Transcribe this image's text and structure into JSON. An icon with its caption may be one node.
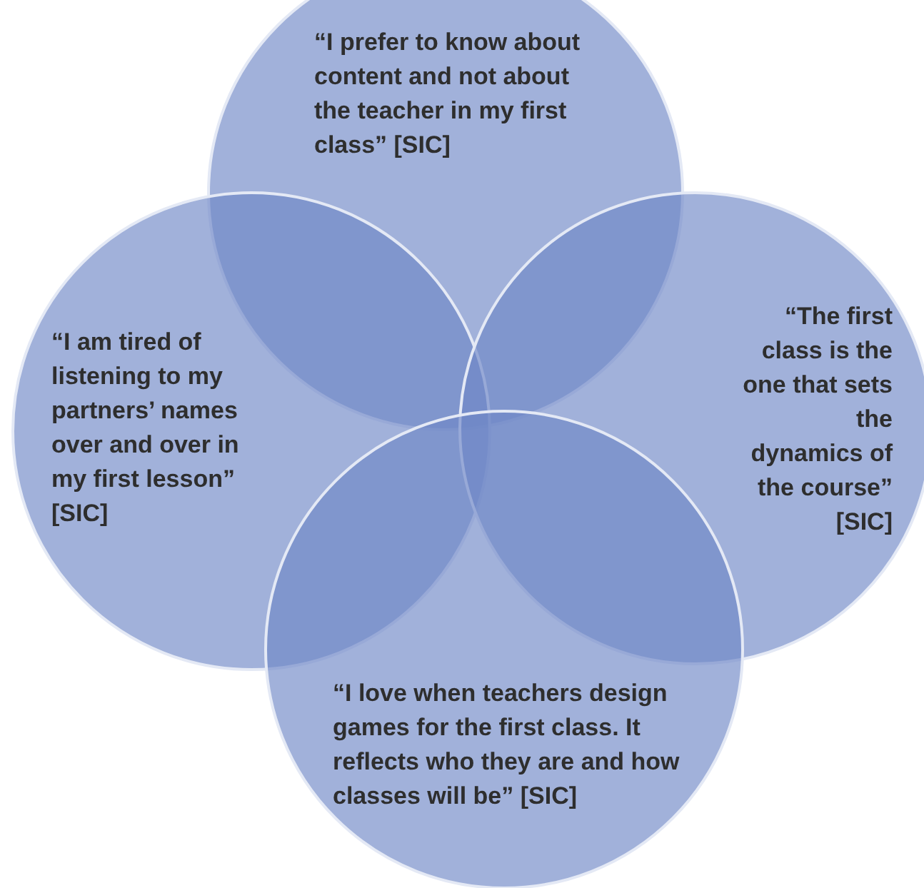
{
  "diagram": {
    "nodes": [
      {
        "text": [
          "“I prefer to know about content and not about the teacher in my first class” [SIC]"
        ]
      },
      {
        "text": [
          "“I am tired of listening to my partners’ names over and over in my first lesson” [SIC]"
        ]
      },
      {
        "text": [
          "“The first class is the one that sets the dynamics of the course” [SIC]"
        ]
      },
      {
        "text": [
          "“I love when teachers design games for the first class. It reflects who they are and how classes will be” [SIC]"
        ]
      }
    ]
  }
}
